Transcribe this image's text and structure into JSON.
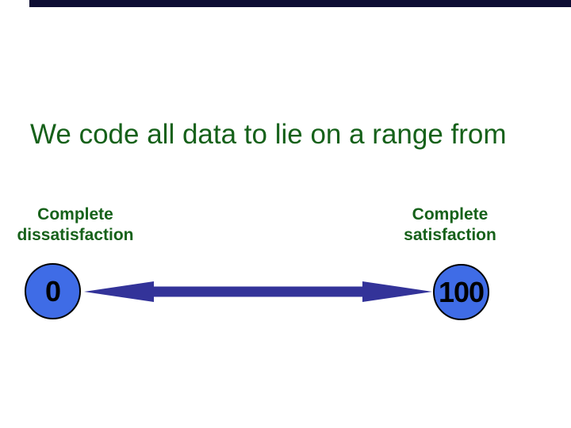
{
  "slide": {
    "background": "#ffffff",
    "top_bar_color": "#0d0d33",
    "title": {
      "text": "We code all data to lie on a range from",
      "color": "#16611a"
    },
    "left_label": {
      "line1": "Complete",
      "line2": "dissatisfaction"
    },
    "right_label": {
      "line1": "Complete",
      "line2": "satisfaction"
    },
    "label_color": "#16611a",
    "scale": {
      "min": {
        "value": "0"
      },
      "max": {
        "value": "100"
      },
      "circle_fill": "#3f6ce6",
      "circle_border": "#000000",
      "arrow_color": "#333399"
    }
  }
}
